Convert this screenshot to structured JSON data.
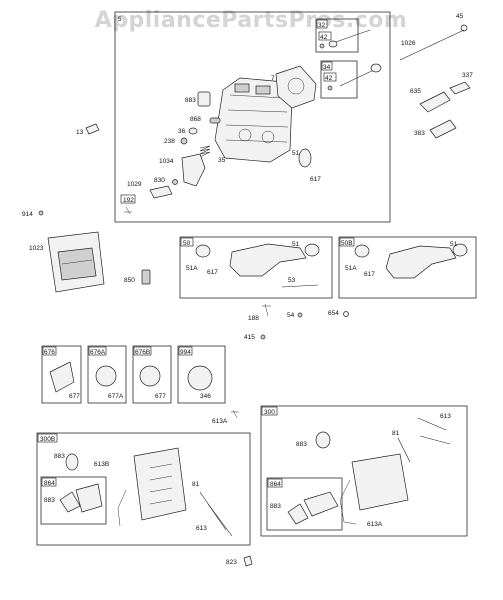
{
  "watermark": "AppliancePartsPros.com",
  "labels": {
    "l_5": "5",
    "l_45": "45",
    "l_1026": "1026",
    "l_32": "32",
    "l_42a": "42",
    "l_34": "34",
    "l_42b": "42",
    "l_7": "7",
    "l_337": "337",
    "l_635": "635",
    "l_383": "383",
    "l_883a": "883",
    "l_868": "868",
    "l_36": "36",
    "l_238": "238",
    "l_13": "13",
    "l_1034": "1034",
    "l_35": "35",
    "l_51a": "51",
    "l_617a": "617",
    "l_830": "830",
    "l_1029": "1029",
    "l_192": "192",
    "l_914": "914",
    "l_1023": "1023",
    "l_850": "850",
    "l_50": "50",
    "l_51b": "51",
    "l_51Aa": "51A",
    "l_617b": "617",
    "l_53": "53",
    "l_50B": "50B",
    "l_51c": "51",
    "l_51Ab": "51A",
    "l_617c": "617",
    "l_188": "188",
    "l_54": "54",
    "l_654": "654",
    "l_415": "415",
    "l_676": "676",
    "l_677a": "677",
    "l_676A": "676A",
    "l_677A": "677A",
    "l_676B": "676B",
    "l_677b": "677",
    "l_994": "994",
    "l_346": "346",
    "l_613Aa": "613A",
    "l_300": "300",
    "l_613a": "613",
    "l_883b": "883",
    "l_81a": "81",
    "l_864a": "864",
    "l_883c": "883",
    "l_613Ab": "613A",
    "l_300B": "300B",
    "l_883d": "883",
    "l_613B": "613B",
    "l_864b": "864",
    "l_883e": "883",
    "l_81b": "81",
    "l_613b": "613",
    "l_823": "823"
  }
}
